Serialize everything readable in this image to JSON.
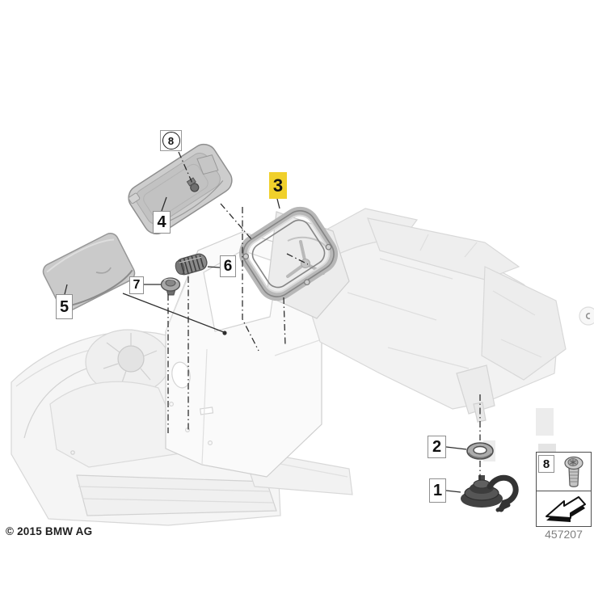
{
  "footer": {
    "copyright": "© 2015 BMW AG",
    "diagram_number": "457207"
  },
  "highlight": {
    "selected_callout": "3",
    "color": "#F0D02B"
  },
  "callouts": {
    "c8_top": {
      "text": "8"
    },
    "c4": {
      "text": "4"
    },
    "c3": {
      "text": "3"
    },
    "c6": {
      "text": "6"
    },
    "c7": {
      "text": "7"
    },
    "c5": {
      "text": "5"
    },
    "c2": {
      "text": "2"
    },
    "c1": {
      "text": "1"
    },
    "c8_legend": {
      "text": "8"
    }
  },
  "legend": {
    "icons": [
      "torx-screw-icon",
      "direction-arrow-icon"
    ]
  }
}
